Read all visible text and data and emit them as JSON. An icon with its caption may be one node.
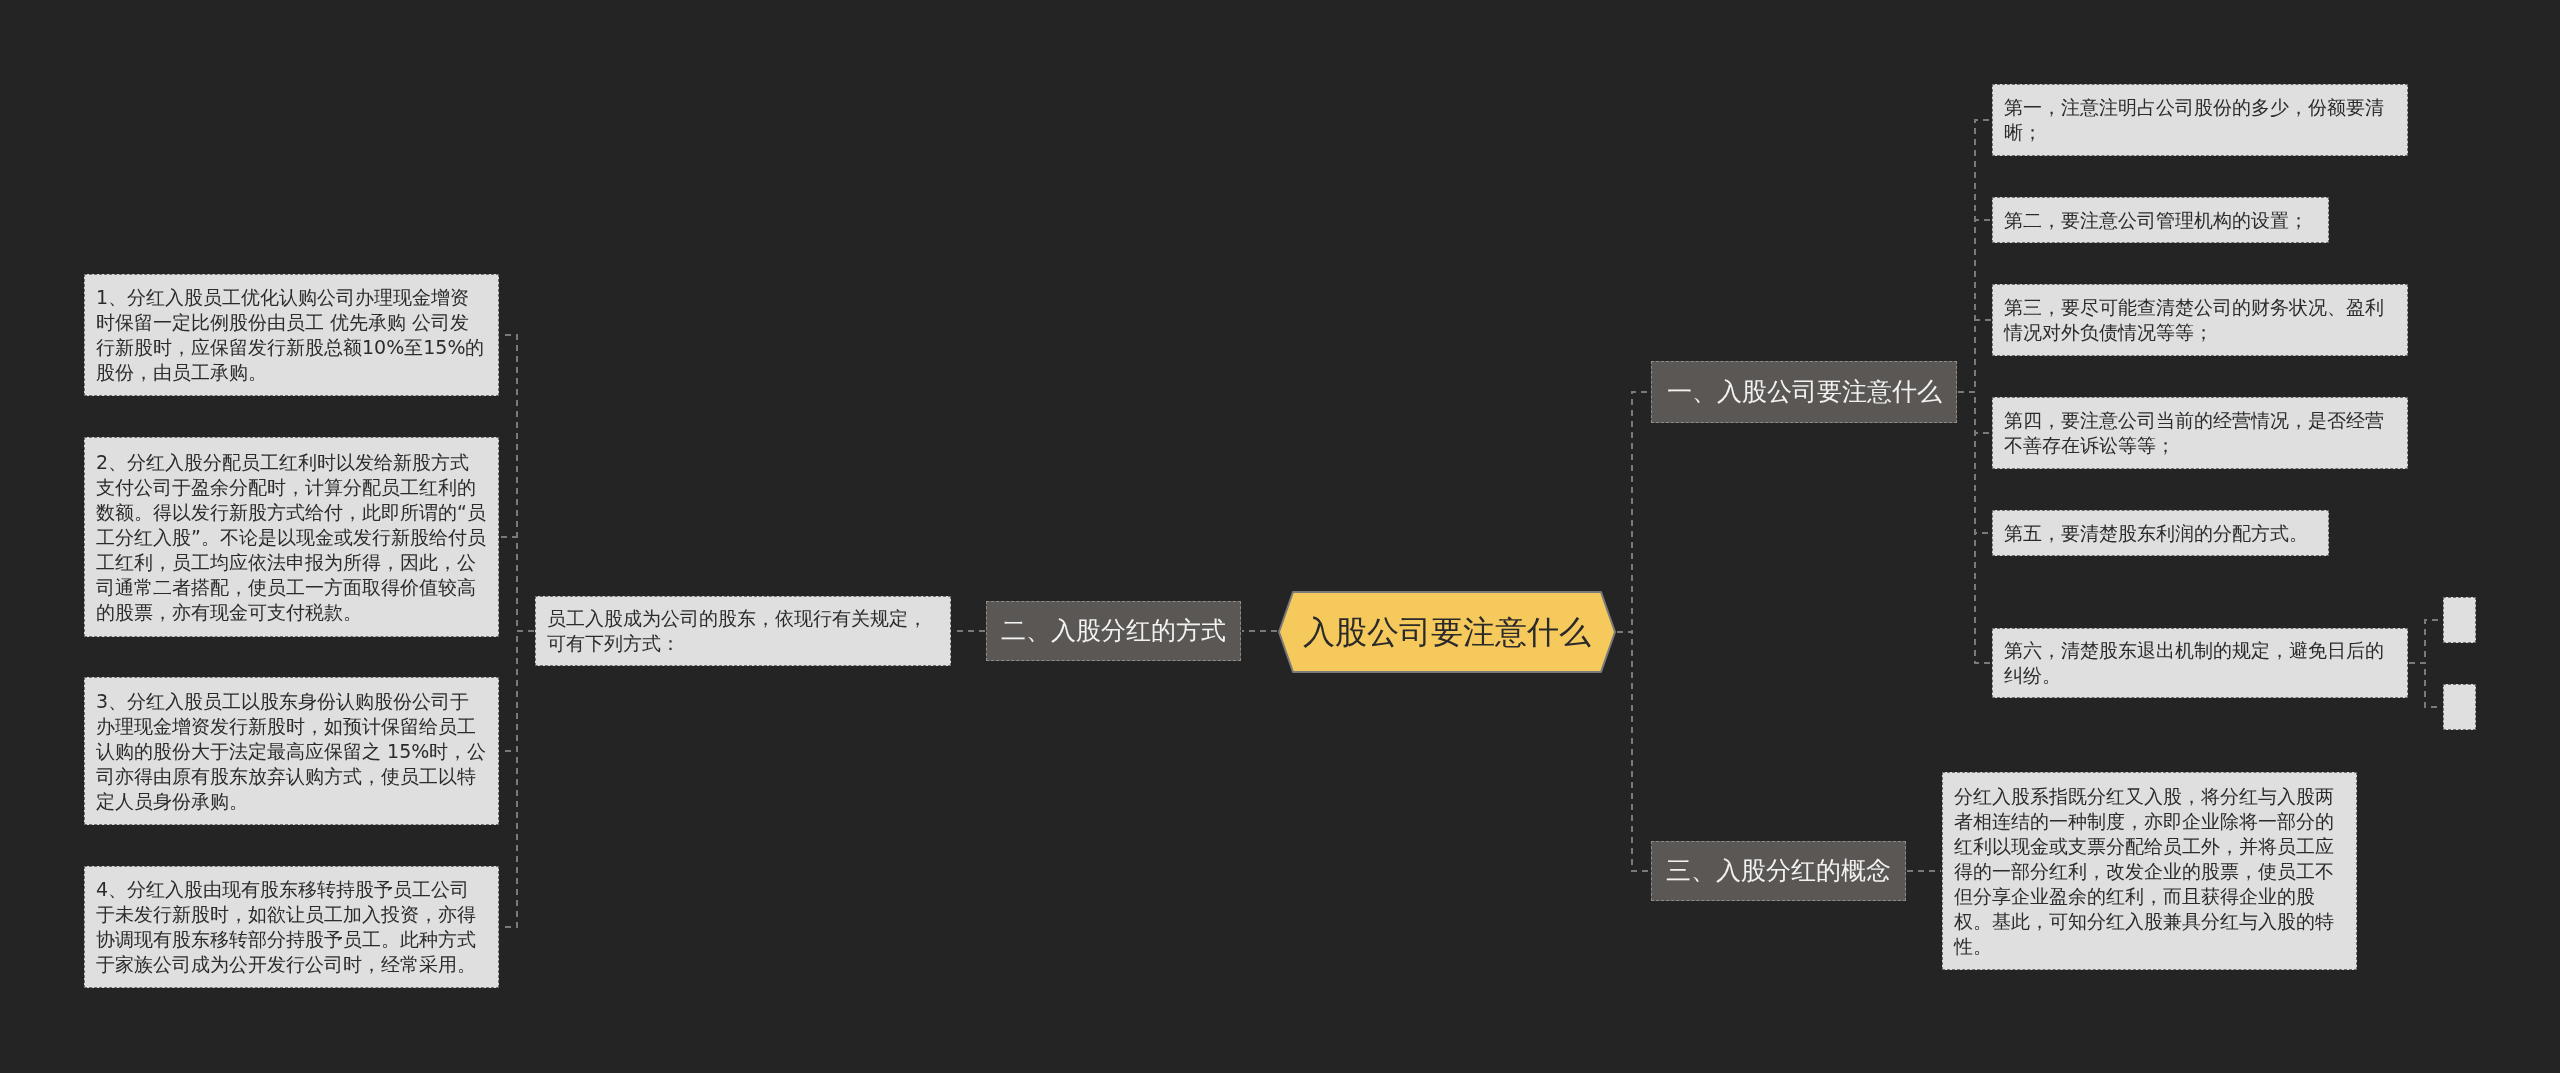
{
  "diagram": {
    "nodes": [
      {
        "text": [
          "入股公司要注意什么"
        ]
      },
      {
        "text": [
          "一、入股公司要注意什么"
        ]
      },
      {
        "text": [
          "第一，注意注明占公司股份的多少，份额要清晰；"
        ]
      },
      {
        "text": [
          "第二，要注意公司管理机构的设置；"
        ]
      },
      {
        "text": [
          "第三，要尽可能查清楚公司的财务状况、盈利情况对外负债情况等等；"
        ]
      },
      {
        "text": [
          "第四，要注意公司当前的经营情况，是否经营不善存在诉讼等等；"
        ]
      },
      {
        "text": [
          "第五，要清楚股东利润的分配方式。"
        ]
      },
      {
        "text": [
          "第六，清楚股东退出机制的规定，避免日后的纠纷。"
        ]
      },
      {
        "text": [],
        "shape": "box"
      },
      {
        "text": [],
        "shape": "box"
      },
      {
        "text": [
          "二、入股分红的方式"
        ]
      },
      {
        "text": [
          "员工入股成为公司的股东，依现行有关规定，可有下列方式："
        ]
      },
      {
        "text": [
          "1、分红入股员工优化认购公司办理现金增资时保留一定比例股份由员工 优先承购 公司发行新股时，应保留发行新股总额10%至15%的股份，由员工承购。"
        ]
      },
      {
        "text": [
          "2、分红入股分配员工红利时以发给新股方式支付公司于盈余分配时，计算分配员工红利的数额。得以发行新股方式给付，此即所谓的“员工分红入股”。不论是以现金或发行新股给付员工红利，员工均应依法申报为所得，因此，公司通常二者搭配，使员工一方面取得价值较高的股票，亦有现金可支付税款。"
        ]
      },
      {
        "text": [
          "3、分红入股员工以股东身份认购股份公司于办理现金增资发行新股时，如预计保留给员工认购的股份大于法定最高应保留之 15%时，公司亦得由原有股东放弃认购方式，使员工以特定人员身份承购。"
        ]
      },
      {
        "text": [
          "4、分红入股由现有股东移转持股予员工公司于未发行新股时，如欲让员工加入投资，亦得协调现有股东移转部分持股予员工。此种方式于家族公司成为公开发行公司时，经常采用。"
        ]
      },
      {
        "text": [
          "三、入股分红的概念"
        ]
      },
      {
        "text": [
          "分红入股系指既分红又入股，将分红与入股两者相连结的一种制度，亦即企业除将一部分的红利以现金或支票分配给员工外，并将员工应得的一部分红利，改发企业的股票，使员工不但分享企业盈余的红利，而且获得企业的股权。基此，可知分红入股兼具分红与入股的特性。"
        ]
      }
    ],
    "edges": [
      {
        "from": 0,
        "to": 1,
        "arrow": "none"
      },
      {
        "from": 1,
        "to": 2,
        "arrow": "none"
      },
      {
        "from": 1,
        "to": 3,
        "arrow": "none"
      },
      {
        "from": 1,
        "to": 4,
        "arrow": "none"
      },
      {
        "from": 1,
        "to": 5,
        "arrow": "none"
      },
      {
        "from": 1,
        "to": 6,
        "arrow": "none"
      },
      {
        "from": 1,
        "to": 7,
        "arrow": "none"
      },
      {
        "from": 7,
        "to": 8,
        "arrow": "none"
      },
      {
        "from": 7,
        "to": 9,
        "arrow": "none"
      },
      {
        "from": 0,
        "to": 10,
        "arrow": "none"
      },
      {
        "from": 10,
        "to": 11,
        "arrow": "none"
      },
      {
        "from": 11,
        "to": 12,
        "arrow": "none"
      },
      {
        "from": 11,
        "to": 13,
        "arrow": "none"
      },
      {
        "from": 11,
        "to": 14,
        "arrow": "none"
      },
      {
        "from": 11,
        "to": 15,
        "arrow": "none"
      },
      {
        "from": 0,
        "to": 16,
        "arrow": "none"
      },
      {
        "from": 16,
        "to": 17,
        "arrow": "none"
      }
    ]
  }
}
